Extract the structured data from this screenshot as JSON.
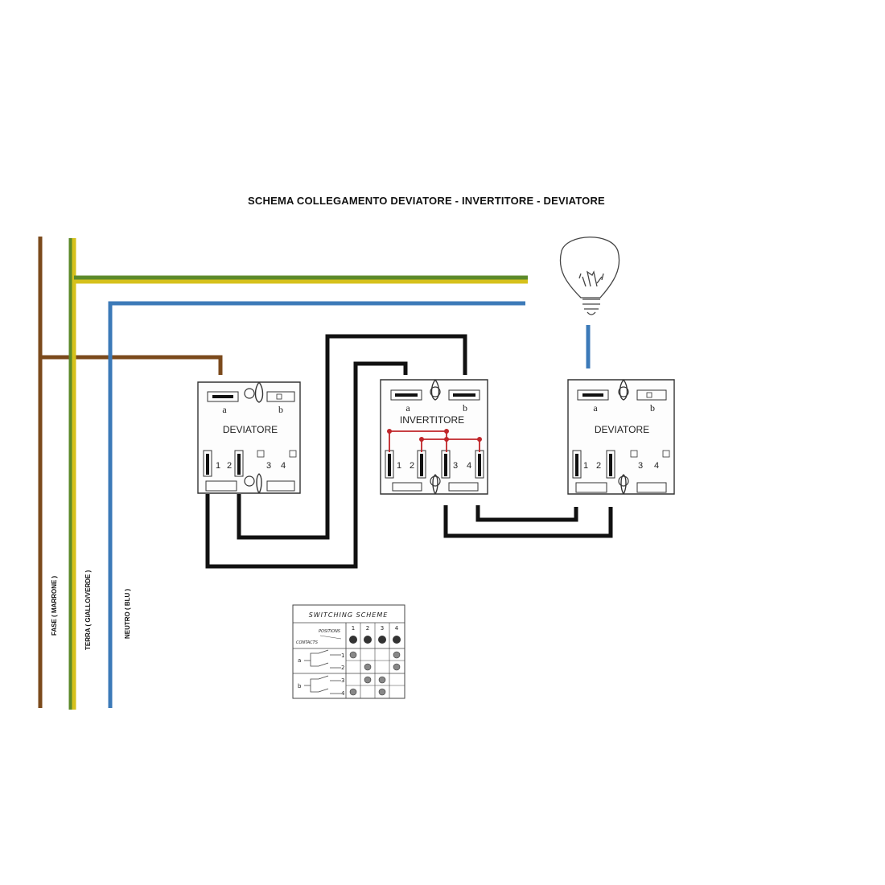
{
  "title": "SCHEMA COLLEGAMENTO DEVIATORE - INVERTITORE - DEVIATORE",
  "wires": {
    "phase_label": "FASE ( MARRONE )",
    "earth_label": "TERRA ( GIALLO/VERDE )",
    "neutral_label": "NEUTRO ( BLU )"
  },
  "colors": {
    "phase": "#7b4a1c",
    "earth_yellow": "#d6c11c",
    "earth_green": "#5c8a2a",
    "neutral": "#3c7ab8",
    "control": "#111111",
    "bridge": "#c0262a"
  },
  "switches": [
    {
      "name": "DEVIATORE",
      "term_a": "a",
      "term_b": "b",
      "nums": [
        "1",
        "2",
        "3",
        "4"
      ]
    },
    {
      "name": "INVERTITORE",
      "term_a": "a",
      "term_b": "b",
      "nums": [
        "1",
        "2",
        "3",
        "4"
      ]
    },
    {
      "name": "DEVIATORE",
      "term_a": "a",
      "term_b": "b",
      "nums": [
        "1",
        "2",
        "3",
        "4"
      ]
    }
  ],
  "lamp": {
    "icon": "light-bulb-icon"
  },
  "switching_scheme": {
    "title": "SWITCHING SCHEME",
    "positions_label": "POSITIONS",
    "contacts_label": "CONTACTS",
    "positions": [
      "1",
      "2",
      "3",
      "4"
    ],
    "contacts": [
      "1",
      "2",
      "3",
      "4"
    ],
    "groups": [
      "a",
      "b"
    ]
  }
}
